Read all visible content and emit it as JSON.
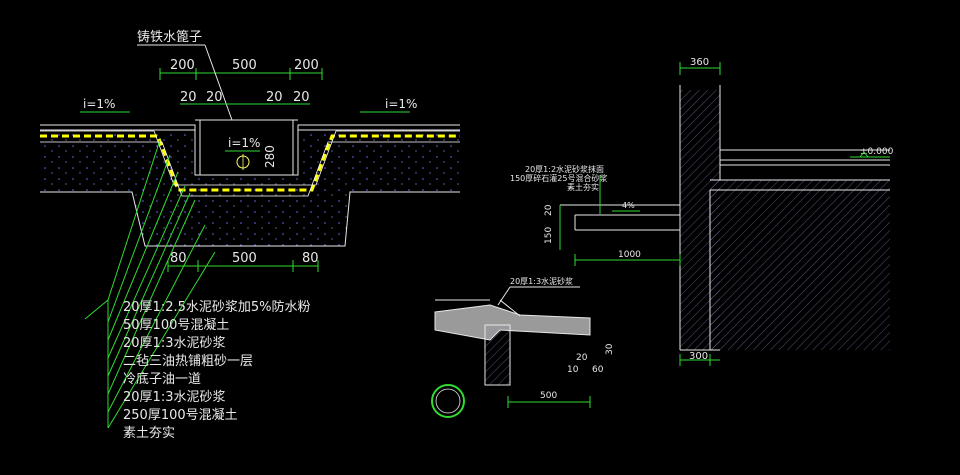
{
  "drainage_section": {
    "title": "铸铁水篦子",
    "dims_top": [
      "200",
      "500",
      "200"
    ],
    "dim_left_20": "20",
    "dim_right_20": "20",
    "dim_depth": "280",
    "slope_left": "i=1%",
    "slope_right": "i=1%",
    "slope_center": "i=1%",
    "dims_bottom": [
      "80",
      "500",
      "80"
    ],
    "layers": [
      "20厚1:2.5水泥砂浆加5%防水粉",
      "50厚100号混凝土",
      "20厚1:3水泥砂浆",
      "二毡三油热铺粗砂一层",
      "冷底子油一道",
      "20厚1:3水泥砂浆",
      "250厚100号混凝土",
      "素土夯实"
    ]
  },
  "apron_section": {
    "dim_top": "360",
    "dim_bottom": "300",
    "elevation": "±0.000",
    "notes": [
      "20厚1:2水泥砂浆抹面",
      "150厚碎石灌25号混合砂浆",
      "素土夯实"
    ],
    "slope": "4%",
    "dim_20": "20",
    "dim_150": "150",
    "dim_1000": "1000"
  },
  "coping_detail": {
    "note": "20厚1:3水泥砂浆",
    "dim_500": "500",
    "dim_20": "20",
    "dim_30": "30",
    "dim_10": "10",
    "dim_60": "60"
  }
}
